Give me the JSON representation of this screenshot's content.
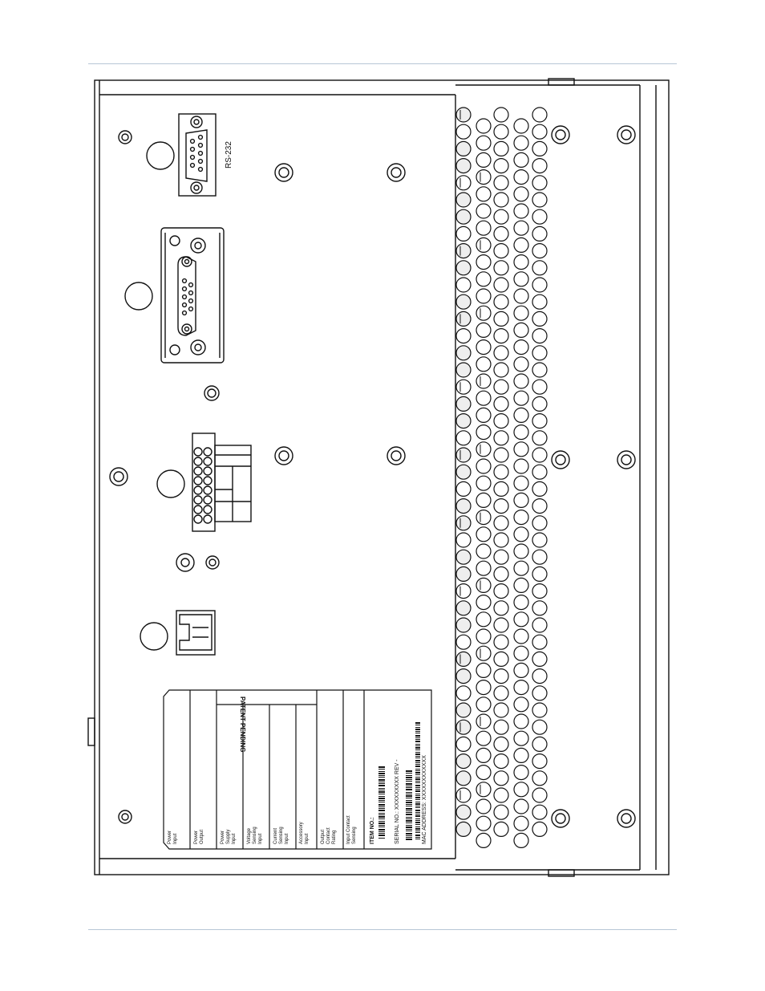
{
  "page": {
    "background": "#ffffff",
    "rule_color": "#b7c7d6"
  },
  "connectors": {
    "rs232_label": "RS-232"
  },
  "label_panel": {
    "patent": "PATENT PENDING",
    "columns": [
      {
        "lines": [
          "Power",
          "Input"
        ]
      },
      {
        "lines": [
          "Power",
          "Output"
        ]
      },
      {
        "lines": [
          "Power",
          "Supply",
          "Input"
        ]
      },
      {
        "lines": [
          "Voltage",
          "Sensing",
          "Input"
        ]
      },
      {
        "lines": [
          "Current",
          "Sensing",
          "Input"
        ]
      },
      {
        "lines": [
          "Accessory",
          "Input"
        ]
      },
      {
        "lines": [
          "Output",
          "Contact",
          "Rating"
        ]
      },
      {
        "lines": [
          "Input Contact",
          "Sensing"
        ]
      }
    ],
    "item_label": "ITEM NO.:",
    "serial_label": "SERIAL NO.: XXXXXXXXX  REV -",
    "mac_label": "MAC ADDRESS: XXXXXXXXXXXX"
  }
}
